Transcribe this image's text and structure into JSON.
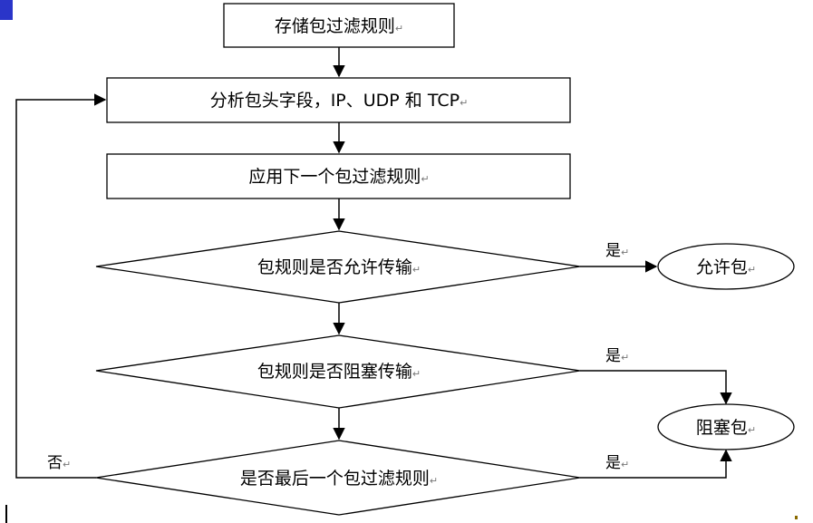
{
  "nodes": {
    "store_rules": "存储包过滤规则",
    "analyze_headers": "分析包头字段，IP、UDP 和 TCP",
    "apply_next_rule": "应用下一个包过滤规则",
    "decision_allow": "包规则是否允许传输",
    "allow_packet": "允许包",
    "decision_block": "包规则是否阻塞传输",
    "block_packet": "阻塞包",
    "decision_last": "是否最后一个包过滤规则"
  },
  "edges": {
    "yes_allow": "是",
    "yes_block": "是",
    "yes_last": "是",
    "no_last": "否"
  },
  "paragraph_mark": "↵",
  "colors": {
    "line": "#000000",
    "shape_fill": "#ffffff",
    "corner_marker": "#2a35c9",
    "paragraph_mark": "#777777"
  }
}
